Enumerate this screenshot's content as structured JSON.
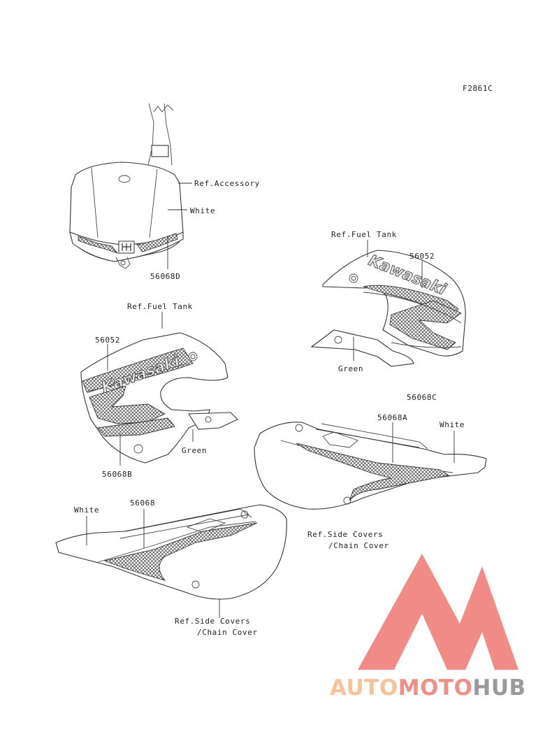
{
  "figure_code": "F2861C",
  "labels": {
    "number_plate_ref": "Ref.Accessory",
    "number_plate_color": "White",
    "number_plate_part": "56068D",
    "right_shroud_ref": "Ref.Fuel Tank",
    "right_shroud_part": "56052",
    "right_shroud_color": "Green",
    "right_shroud_decal": "56068C",
    "left_shroud_ref": "Ref.Fuel Tank",
    "left_shroud_part": "56052",
    "left_shroud_color": "Green",
    "left_shroud_decal": "56068B",
    "right_cover_part": "56068A",
    "right_cover_color": "White",
    "right_cover_ref_1": "Ref.Side Covers",
    "right_cover_ref_2": "/Chain Cover",
    "left_cover_color": "White",
    "left_cover_part": "56068",
    "left_cover_ref_1": "Ref.Side Covers",
    "left_cover_ref_2": "/Chain Cover"
  },
  "decal_text": {
    "brand_right": "Kawasaki",
    "brand_left": "Kawasaki"
  },
  "watermark": {
    "auto": "AUTO",
    "moto": "MOTO",
    "hub": "HUB",
    "colors": {
      "auto": "#f5c29a",
      "moto": "#f08f86",
      "hub": "#9a9a9a",
      "logo": "#f07f78"
    }
  }
}
